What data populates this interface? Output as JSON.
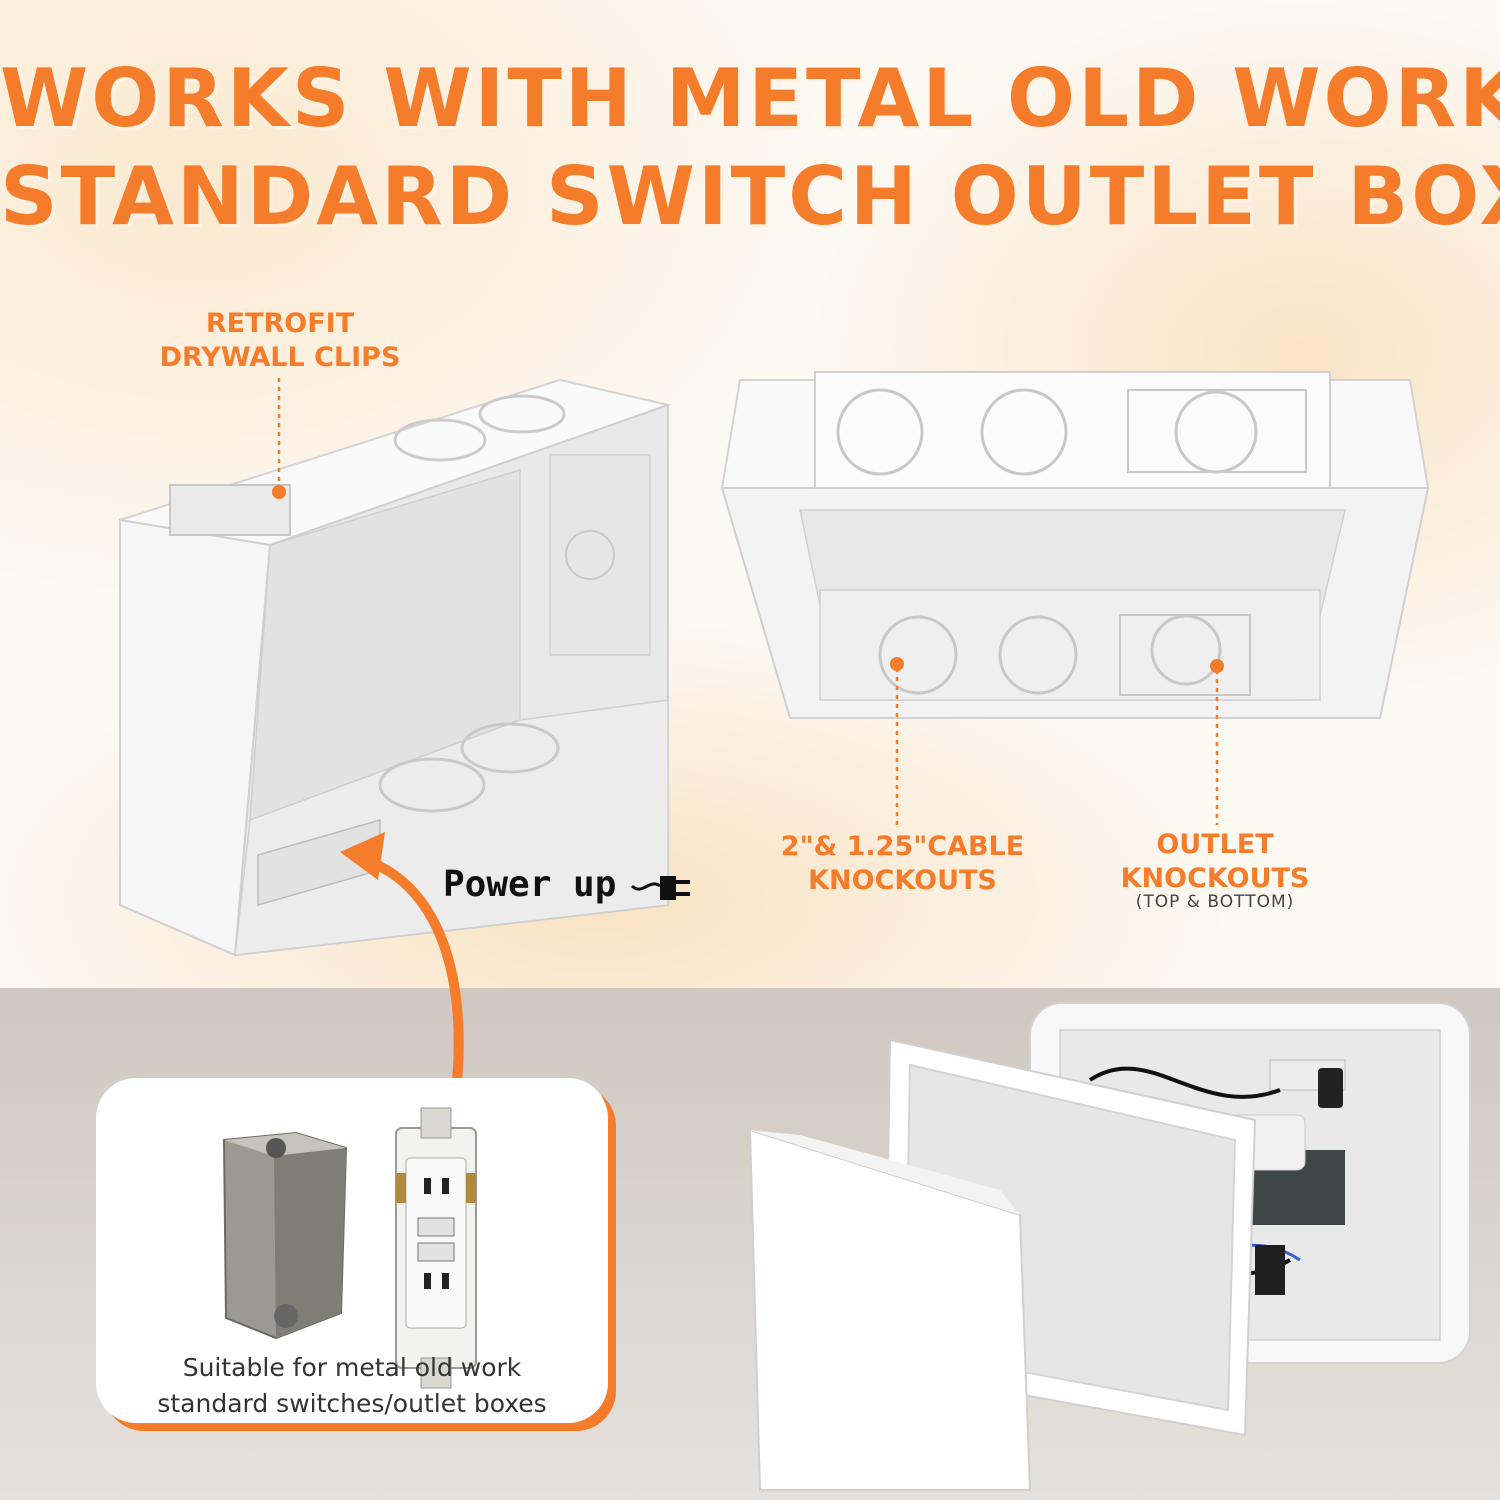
{
  "headline": {
    "line1": "WORKS WITH METAL OLD WORK",
    "line2": "STANDARD SWITCH OUTLET BOX"
  },
  "callouts": {
    "retrofit_line1": "RETROFIT",
    "retrofit_line2": "DRYWALL CLIPS",
    "cable_line1": "2\"& 1.25\"CABLE",
    "cable_line2": "KNOCKOUTS",
    "outlet_line1": "OUTLET",
    "outlet_line2": "KNOCKOUTS",
    "outlet_note": "(TOP & BOTTOM)"
  },
  "power_up": "Power up",
  "card": {
    "caption_line1": "Suitable for metal old work",
    "caption_line2": "standard switches/outlet boxes"
  },
  "colors": {
    "accent": "#f47c2a",
    "box_white": "#f4f4f4"
  },
  "icons": [
    "plug-icon",
    "arrow-icon"
  ]
}
